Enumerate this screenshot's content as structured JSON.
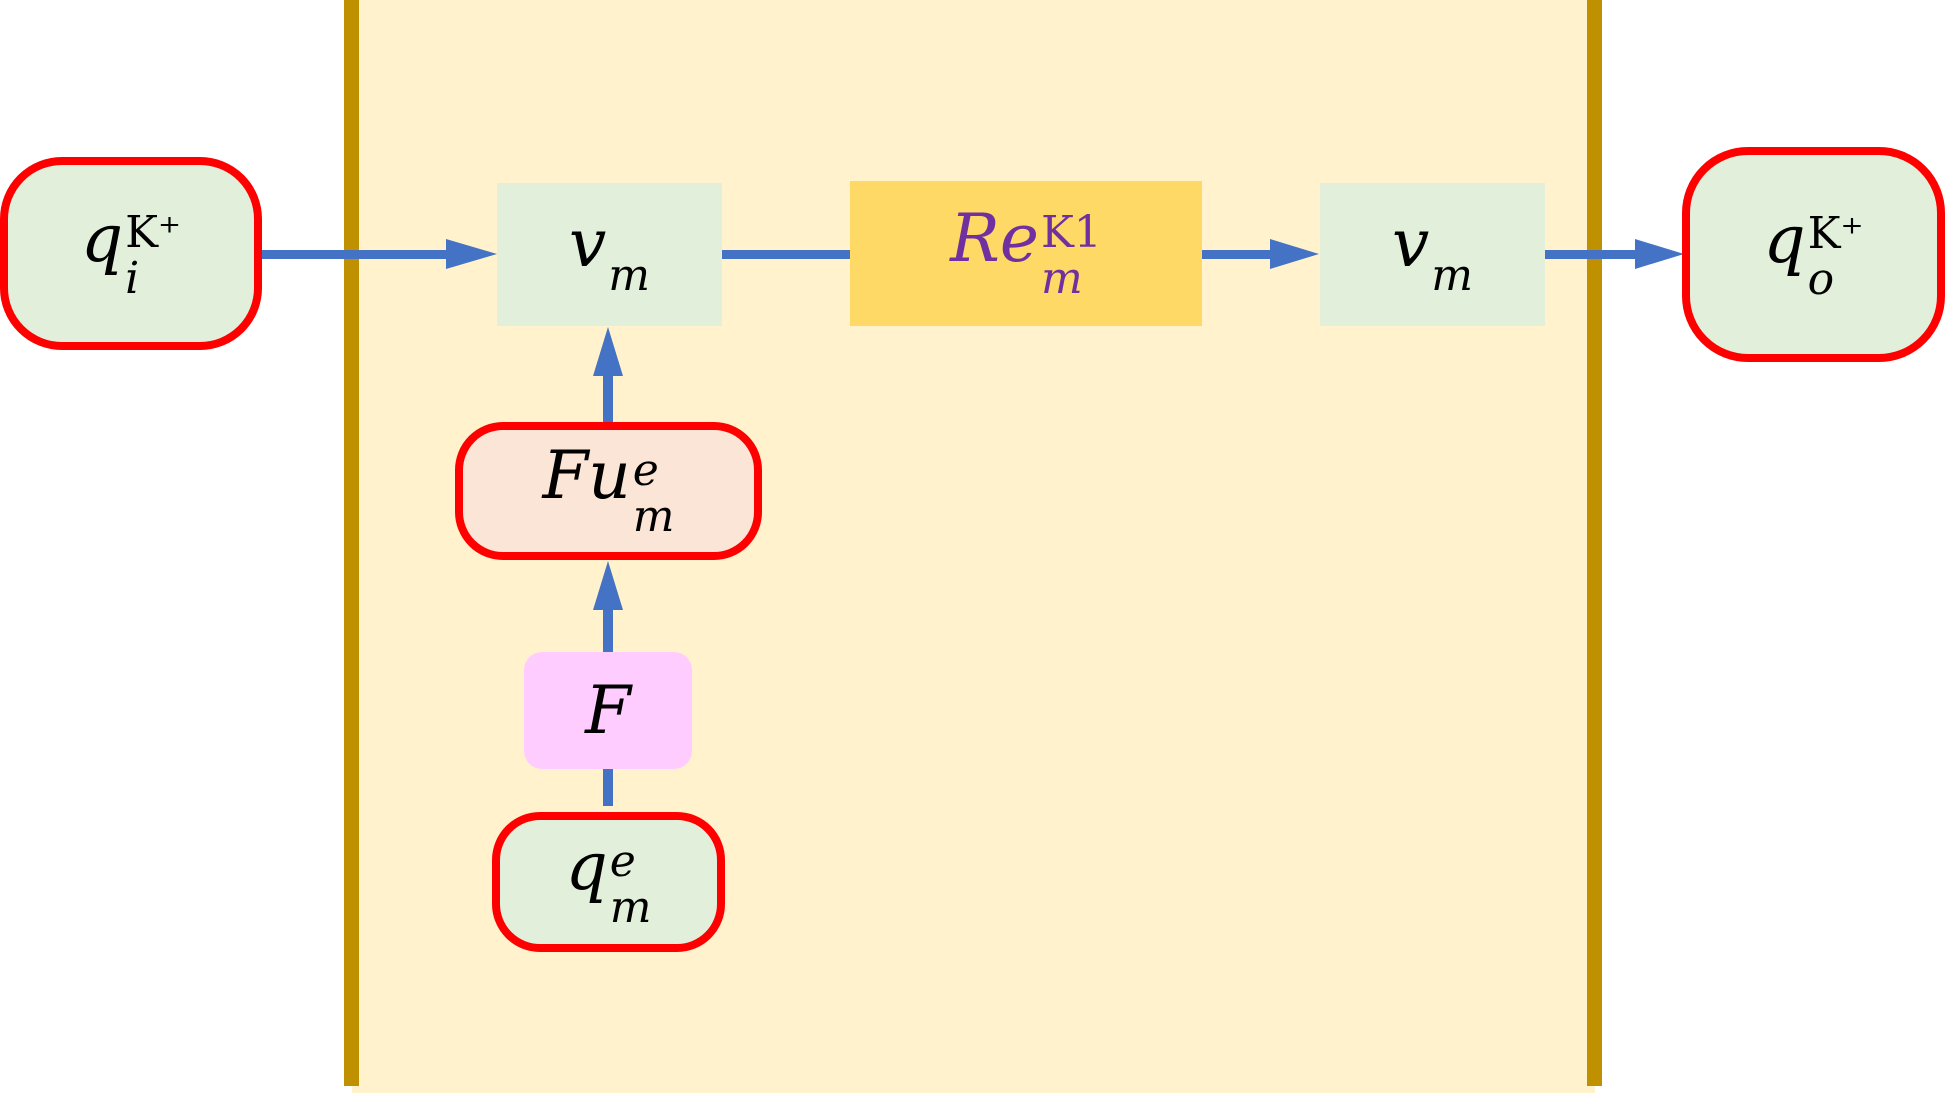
{
  "diagram": {
    "colors": {
      "arrow": "#4472C4",
      "panel_fill": "#FFF2CC",
      "panel_border": "#BF9000",
      "node_green": "#E2EFDA",
      "node_orange": "#FFD966",
      "node_pink": "#FFCCFF",
      "node_peach": "#FBE5D6",
      "highlight_border": "#FF0000",
      "re_text": "#7030A0"
    },
    "nodes": {
      "q_in": {
        "base": "q",
        "sup": "K⁺",
        "sub": "i"
      },
      "v_in": {
        "base": "v",
        "sub": "m"
      },
      "re": {
        "base": "Re",
        "sup": "K1",
        "sub": "m"
      },
      "v_out": {
        "base": "v",
        "sub": "m"
      },
      "q_out": {
        "base": "q",
        "sup": "K⁺",
        "sub": "o"
      },
      "fu": {
        "base": "Fu",
        "sup": "e",
        "sub": "m"
      },
      "f": {
        "base": "F"
      },
      "q_e": {
        "base": "q",
        "sup": "e",
        "sub": "m"
      }
    },
    "edges": [
      {
        "from": "q_in",
        "to": "v_in",
        "arrow": true
      },
      {
        "from": "v_in",
        "to": "re",
        "arrow": false
      },
      {
        "from": "re",
        "to": "v_out",
        "arrow": true
      },
      {
        "from": "v_out",
        "to": "q_out",
        "arrow": true
      },
      {
        "from": "fu",
        "to": "v_in",
        "arrow": true
      },
      {
        "from": "f",
        "to": "fu",
        "arrow": true
      },
      {
        "from": "q_e",
        "to": "f",
        "arrow": false
      }
    ]
  }
}
